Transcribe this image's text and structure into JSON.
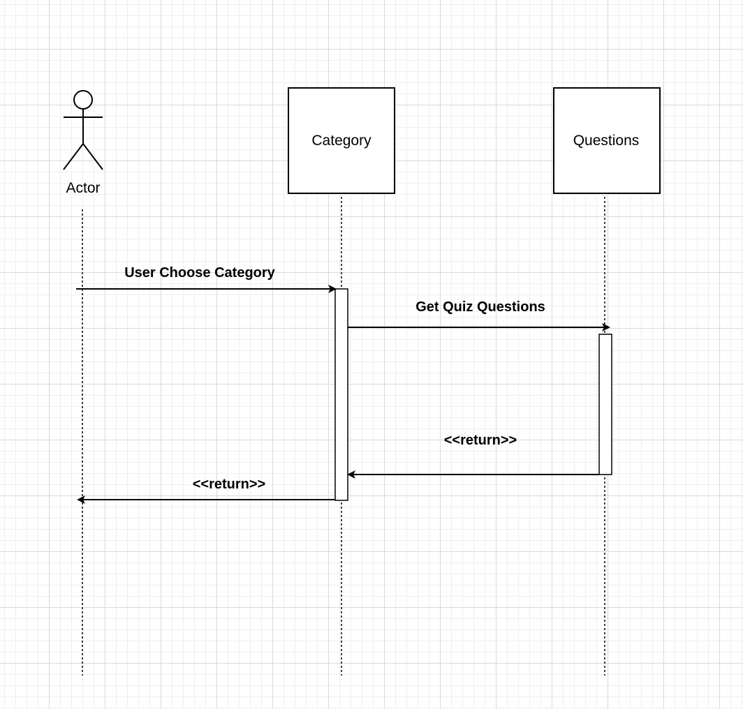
{
  "diagram": {
    "type": "sequence",
    "actor": {
      "label": "Actor"
    },
    "participants": [
      {
        "label": "Category"
      },
      {
        "label": "Questions"
      }
    ],
    "messages": [
      {
        "label": "User Choose Category",
        "from": "Actor",
        "to": "Category",
        "kind": "call"
      },
      {
        "label": "Get Quiz Questions",
        "from": "Category",
        "to": "Questions",
        "kind": "call"
      },
      {
        "label": "<<return>>",
        "from": "Questions",
        "to": "Category",
        "kind": "return"
      },
      {
        "label": "<<return>>",
        "from": "Category",
        "to": "Actor",
        "kind": "return"
      }
    ]
  }
}
